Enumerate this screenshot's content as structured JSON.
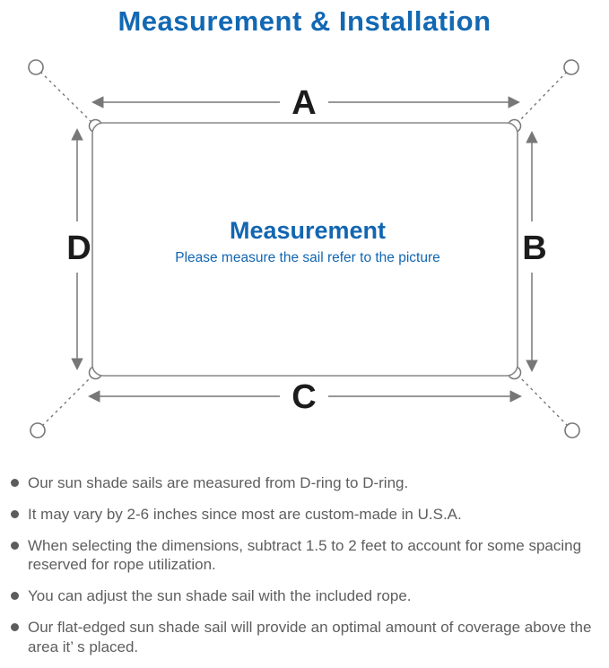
{
  "title": "Measurement & Installation",
  "colors": {
    "accent_blue": "#1268b3",
    "center_text_blue": "#1266b1",
    "line_gray": "#777777",
    "dimension_label_black": "#1c1c1c",
    "note_text_gray": "#5e5e5e"
  },
  "diagram": {
    "label_top": "A",
    "label_right": "B",
    "label_bottom": "C",
    "label_left": "D",
    "center_heading": "Measurement",
    "center_subtitle": "Please measure the sail refer to the picture"
  },
  "notes": [
    "Our sun shade sails are measured from D-ring to D-ring.",
    "It may vary by 2-6 inches since most are custom-made in U.S.A.",
    "When selecting the dimensions, subtract 1.5 to 2 feet to account for some spacing reserved for rope utilization.",
    "You can adjust the sun shade sail with the included rope.",
    "Our flat-edged sun shade sail will provide an optimal amount of coverage above the area it’ s placed."
  ]
}
